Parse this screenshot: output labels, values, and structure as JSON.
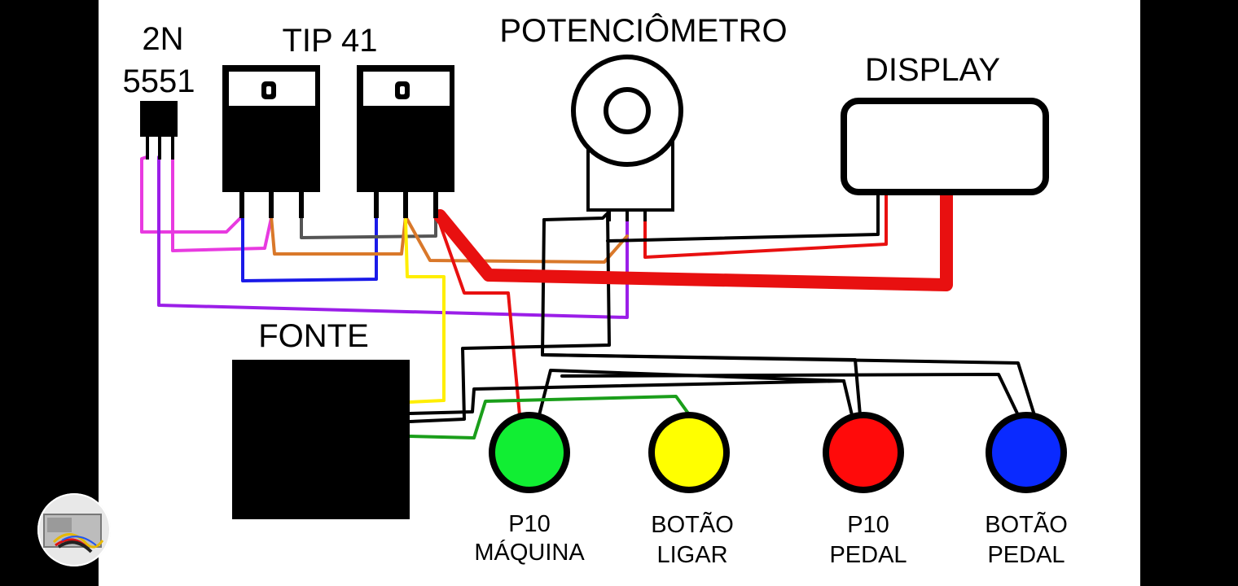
{
  "labels": {
    "transistor_2n_line1": "2N",
    "transistor_2n_line2": "5551",
    "tip41": "TIP 41",
    "potenciometro": "POTENCIÔMETRO",
    "display": "DISPLAY",
    "fonte": "FONTE",
    "p10_maquina_line1": "P10",
    "p10_maquina_line2": "MÁQUINA",
    "botao_ligar_line1": "BOTÃO",
    "botao_ligar_line2": "LIGAR",
    "p10_pedal_line1": "P10",
    "p10_pedal_line2": "PEDAL",
    "botao_pedal_line1": "BOTÃO",
    "botao_pedal_line2": "PEDAL"
  },
  "colors": {
    "wire_magenta": "#e83ae0",
    "wire_purple": "#9b1ee8",
    "wire_blue": "#1a1ae8",
    "wire_orange": "#d9782a",
    "wire_gray": "#555555",
    "wire_yellow": "#ffee00",
    "wire_red": "#e81010",
    "wire_green": "#1a9e1a",
    "wire_black": "#000000",
    "button_green": "#11ee33",
    "button_yellow": "#ffff00",
    "button_red": "#ff0a0a",
    "button_blue": "#0a2aff"
  },
  "icons": {
    "thumbnail": "power-supply-photo-icon"
  }
}
